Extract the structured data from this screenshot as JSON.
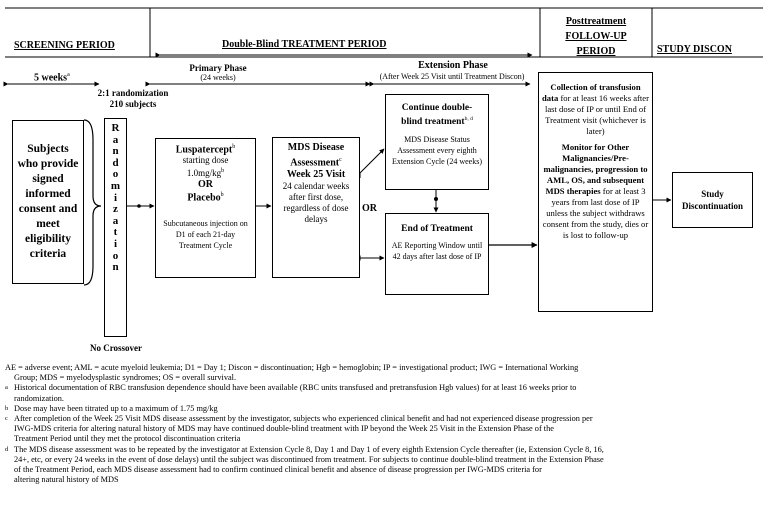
{
  "headers": {
    "screening": "SCREENING PERIOD",
    "double_blind": "Double-Blind TREATMENT PERIOD",
    "posttreatment": "Posttreatment FOLLOW-UP PERIOD",
    "study_discon": "STUDY DISCON"
  },
  "labels": {
    "weeks5": "5 weeks",
    "weeks5_sup": "a",
    "randomization": "2:1 randomization",
    "subjects": "210 subjects",
    "primary_phase": "Primary Phase",
    "primary_phase_sub": "(24 weeks)",
    "extension_phase": "Extension Phase",
    "extension_phase_sub": "(After Week 25 Visit until Treatment Discon)",
    "or_middle": "OR",
    "no_crossover": "No Crossover"
  },
  "boxes": {
    "subjects": "Subjects who provide signed informed consent and meet eligibility criteria",
    "randomization_letters": [
      "R",
      "a",
      "n",
      "d",
      "o",
      "m",
      "i",
      "z",
      "a",
      "t",
      "i",
      "o",
      "n"
    ],
    "treatment": {
      "title": "Luspatercept",
      "title_sup": "b",
      "dose1": "starting dose",
      "dose2": "1.0mg/kg",
      "dose2_sup": "b",
      "or": "OR",
      "placebo": "Placebo",
      "placebo_sup": "b",
      "admin": "Subcutaneous injection on D1 of each 21-day Treatment Cycle"
    },
    "mds": {
      "title1": "MDS Disease",
      "title2": "Assessment",
      "title2_sup": "c",
      "week": "Week 25 Visit",
      "desc": "24 calendar weeks after first dose, regardless of dose delays"
    },
    "continue": {
      "title1": "Continue double-",
      "title2": "blind treatment",
      "title2_sup": "b, d",
      "desc": "MDS Disease Status Assessment every eighth Extension Cycle (24 weeks)"
    },
    "end_treatment": {
      "title": "End of Treatment",
      "desc": "AE Reporting Window until 42 days after last dose of IP"
    },
    "followup": {
      "part1": "Collection of transfusion data",
      "part2": "for at least 16 weeks after last dose of IP or until End of Treatment visit (whichever is later)",
      "part3": "Monitor for Other Malignancies/Pre-malignancies, progression to AML, OS, and subsequent MDS therapies",
      "part4": "for at least 3 years from last dose of IP unless the subject withdraws consent from the study, dies or is lost to follow-up"
    },
    "study_disc": "Study Discontinuation"
  },
  "notes": {
    "abbrev1": "AE = adverse event; AML = acute myeloid leukemia; D1 = Day 1; Discon = discontinuation; Hgb = hemoglobin; IP = investigational product; IWG = International Working",
    "abbrev2": "Group; MDS = myelodysplastic syndromes; OS = overall survival.",
    "a_mark": "a",
    "a1": "Historical documentation of RBC transfusion dependence should have been available (RBC units transfused and pretransfusion Hgb values) for at least 16 weeks prior to",
    "a2": "randomization.",
    "b_mark": "b",
    "b1": "Dose may have been titrated up to a maximum of 1.75 mg/kg",
    "c_mark": "c",
    "c1": "After completion of the Week 25 Visit MDS disease assessment by the investigator, subjects who experienced clinical benefit and had not experienced disease progression per",
    "c2": "IWG-MDS criteria for altering natural history of MDS  may have continued double-blind treatment with  IP beyond the Week 25 Visit in the Extension Phase of the",
    "c3": "Treatment Period until they met the protocol discontinuation criteria",
    "d_mark": "d",
    "d1": "The MDS disease assessment was to be repeated by the investigator at Extension Cycle 8, Day 1 and Day 1 of every eighth Extension Cycle thereafter (ie, Extension Cycle 8, 16,",
    "d2": "24+, etc, or every 24 weeks in the event of dose delays) until the subject was discontinued from treatment. For subjects to continue double-blind treatment in the Extension Phase",
    "d3": "of the Treatment Period, each MDS disease assessment  had to confirm continued clinical benefit and absence of disease progression per IWG-MDS criteria for",
    "d4": "altering natural history of MDS"
  }
}
